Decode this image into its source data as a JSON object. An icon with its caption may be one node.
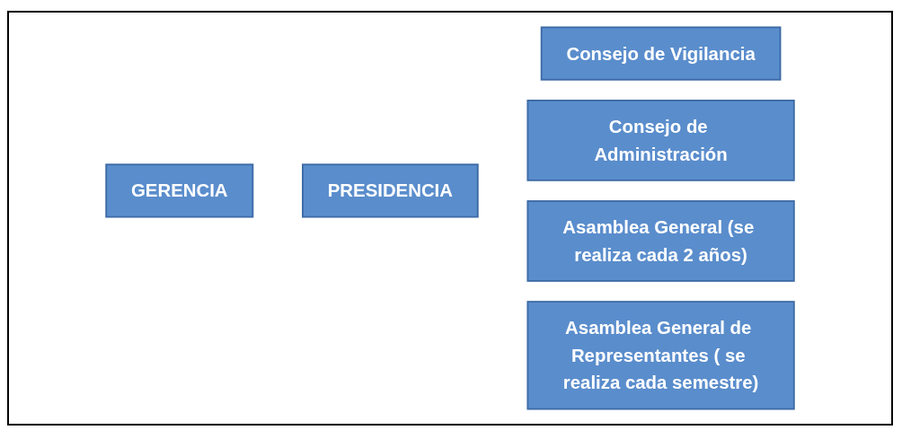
{
  "diagram": {
    "nodes": [
      {
        "text": [
          "GERENCIA"
        ]
      },
      {
        "text": [
          "PRESIDENCIA"
        ]
      },
      {
        "text": [
          "Consejo de Vigilancia"
        ]
      },
      {
        "text": [
          "Consejo de Administración"
        ]
      },
      {
        "text": [
          "Asamblea General (se realiza cada 2 años)"
        ]
      },
      {
        "text": [
          "Asamblea General de Representantes ( se realiza cada semestre)"
        ]
      }
    ]
  }
}
